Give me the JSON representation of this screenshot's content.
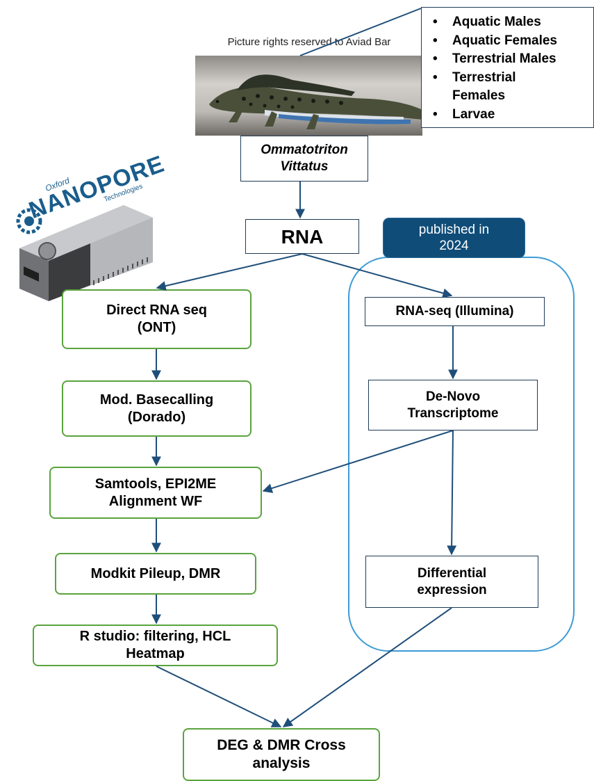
{
  "photo_credit": "Picture rights reserved to Aviad Bar",
  "groups": [
    "Aquatic Males",
    "Aquatic Females",
    "Terrestrial Males",
    "Terrestrial Females",
    "Larvae"
  ],
  "species": "Ommatotriton\nVittatus",
  "rna": "RNA",
  "published_badge": "published in\n2024",
  "nanopore_logo": {
    "oxford": "Oxford",
    "word": "NANOPORE",
    "technologies": "Technologies"
  },
  "left_pipeline": {
    "direct_rna": "Direct RNA seq\n(ONT)",
    "basecalling": "Mod. Basecalling\n(Dorado)",
    "alignment": "Samtools, EPI2ME\nAlignment WF",
    "modkit": "Modkit Pileup, DMR",
    "rstudio": "R studio: filtering, HCL\nHeatmap"
  },
  "right_pipeline": {
    "rnaseq": "RNA-seq (Illumina)",
    "denovo": "De-Novo\nTranscriptome",
    "diffexp": "Differential\nexpression"
  },
  "final": "DEG & DMR Cross\nanalysis",
  "colors": {
    "arrow": "#1f4e79",
    "box_dark": "#1f3a55",
    "box_green": "#5aa33d",
    "published_fill": "#0f4c78",
    "published_outline": "#3c9bd6"
  }
}
